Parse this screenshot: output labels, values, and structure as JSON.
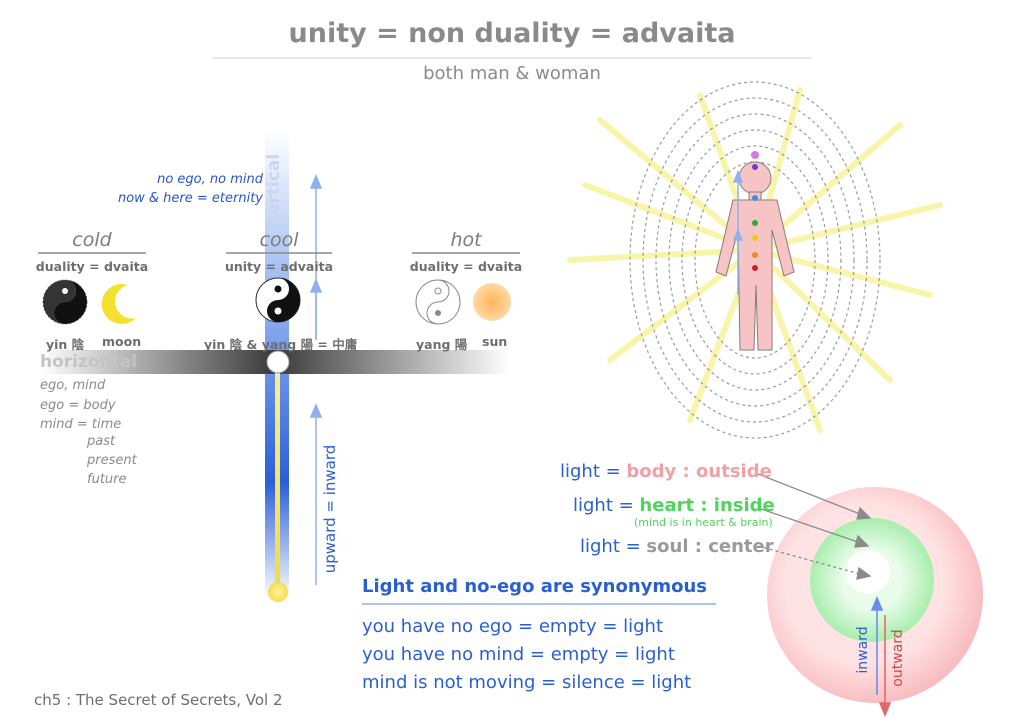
{
  "title": "unity = non duality = advaita",
  "subtitle": "both man & woman",
  "note_vertical": [
    "no ego, no mind",
    "now & here = eternity"
  ],
  "axis_vertical": "vertical",
  "axis_horizontal": "horizontal",
  "columns": {
    "cold": {
      "heading": "cold",
      "sub": "duality = dvaita",
      "label_left": "yin 陰",
      "label_right": "moon"
    },
    "cool": {
      "heading": "cool",
      "sub": "unity = advaita",
      "label": "yin 陰 & yang 陽 = 中庸"
    },
    "hot": {
      "heading": "hot",
      "sub": "duality = dvaita",
      "label_left": "yang 陽",
      "label_right": "sun"
    }
  },
  "horizontal_notes": [
    "ego, mind",
    "ego = body",
    "mind = time",
    "past",
    "present",
    "future"
  ],
  "upward_label": "upward = inward",
  "light_layers": [
    {
      "prefix": "light = ",
      "text": "body : outside",
      "color": "#f2a0a4"
    },
    {
      "prefix": "light = ",
      "text": "heart : inside",
      "color": "#4fd45d",
      "note": "(mind is in heart & brain)"
    },
    {
      "prefix": "light = ",
      "text": "soul : center",
      "color": "#9a9a9a"
    }
  ],
  "synonymous_heading": "Light and no-ego are synonymous",
  "statements": [
    "you have no ego = empty = light",
    "you have no mind = empty = light",
    "mind is not moving = silence = light"
  ],
  "sphere_labels": {
    "inward": "inward",
    "outward": "outward"
  },
  "source": "ch5 : The Secret of Secrets, Vol 2",
  "colors": {
    "blue": "#2a5fd0",
    "pink": "#f2a0a4",
    "green": "#4fd45d",
    "gray": "#8a8a8a",
    "yellow": "#f7e36a",
    "red": "#e06a6a"
  }
}
